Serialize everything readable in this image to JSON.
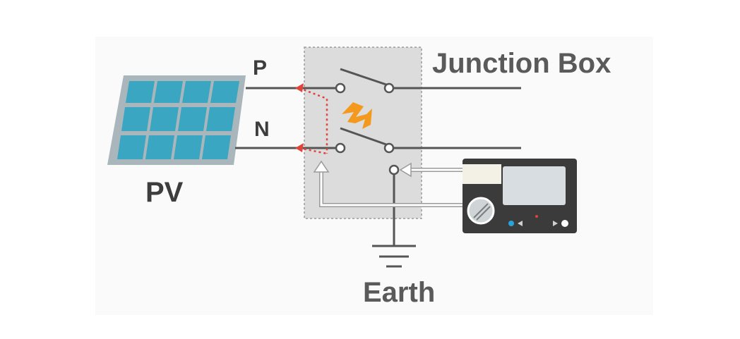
{
  "labels": {
    "p": "P",
    "n": "N",
    "pv": "PV",
    "junction_box": "Junction Box",
    "earth": "Earth"
  },
  "colors": {
    "text": "#3d3d3d",
    "wire": "#555555",
    "solar_cell": "#3aa6c1",
    "solar_frame": "#a9b6bb",
    "junction_box_fill": "#dcdcdc",
    "fault": "#f39a1e",
    "fault_path": "#e0443a",
    "tester_body": "#3b3b3b",
    "tester_screen": "#d7dde0",
    "tester_blue_button": "#29a3dc"
  },
  "icons": {
    "solar_panel": "solar-panel-icon",
    "lightning": "lightning-icon",
    "ground": "ground-symbol-icon",
    "tester": "insulation-tester-icon"
  }
}
